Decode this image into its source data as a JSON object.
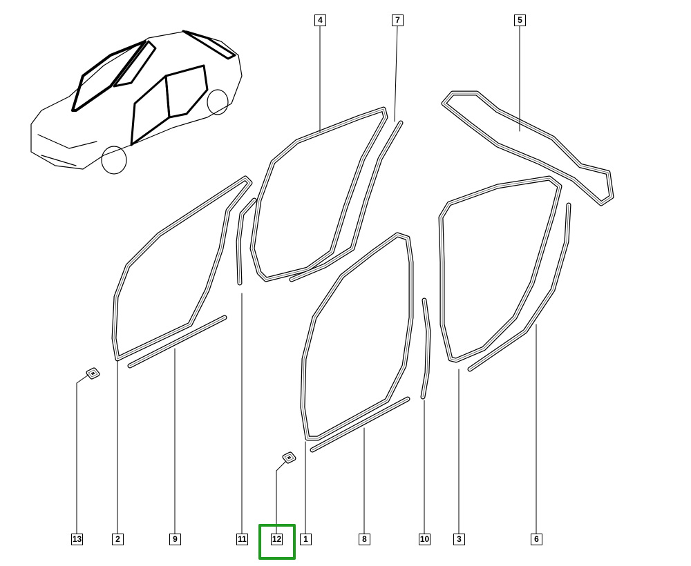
{
  "diagram": {
    "title_icon": "sedan-car-with-door-seals-illustration",
    "callouts": [
      {
        "id": "4",
        "label": "4"
      },
      {
        "id": "7",
        "label": "7"
      },
      {
        "id": "5",
        "label": "5"
      },
      {
        "id": "13",
        "label": "13"
      },
      {
        "id": "2",
        "label": "2"
      },
      {
        "id": "9",
        "label": "9"
      },
      {
        "id": "11",
        "label": "11"
      },
      {
        "id": "12",
        "label": "12",
        "selected": true
      },
      {
        "id": "1",
        "label": "1"
      },
      {
        "id": "8",
        "label": "8"
      },
      {
        "id": "10",
        "label": "10"
      },
      {
        "id": "3",
        "label": "3"
      },
      {
        "id": "6",
        "label": "6"
      }
    ],
    "highlight_color": "#1e9a1e"
  }
}
